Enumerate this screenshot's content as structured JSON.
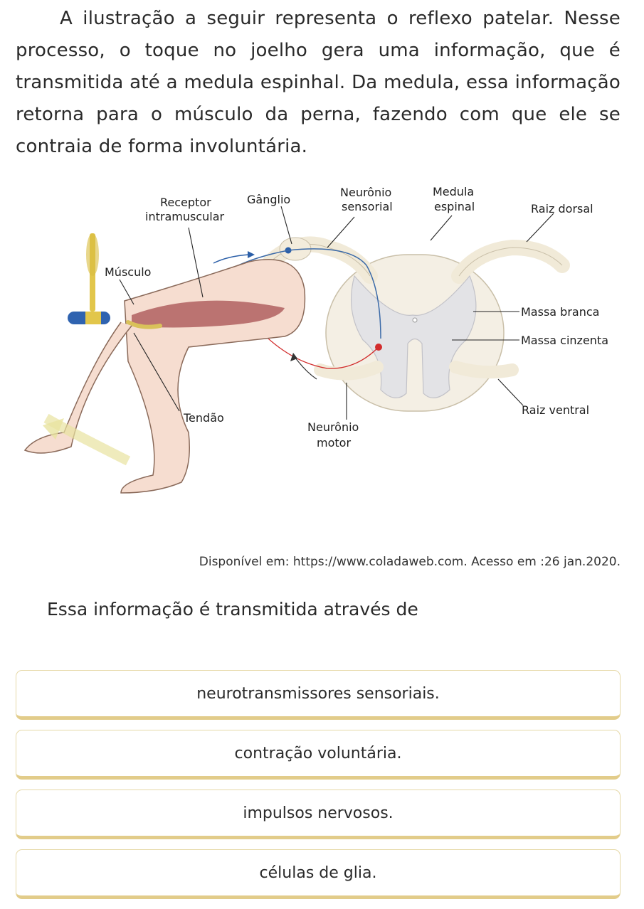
{
  "intro_text": "A ilustração a seguir representa o reflexo patelar. Nesse processo, o toque no joelho gera uma informação, que é transmitida até a medula espinhal. Da medula, essa informação retorna para o músculo da perna, fazendo com que ele se contraia de forma involuntária.",
  "figure": {
    "labels": {
      "receptor_1": "Receptor",
      "receptor_2": "intramuscular",
      "ganglio": "Gânglio",
      "neuronio_sensorial_1": "Neurônio",
      "neuronio_sensorial_2": "sensorial",
      "medula_1": "Medula",
      "medula_2": "espinal",
      "raiz_dorsal": "Raiz dorsal",
      "musculo": "Músculo",
      "massa_branca": "Massa branca",
      "massa_cinzenta": "Massa cinzenta",
      "raiz_ventral": "Raiz ventral",
      "tendao": "Tendão",
      "neuronio_motor_1": "Neurônio",
      "neuronio_motor_2": "motor"
    }
  },
  "source": "Disponível em: https://www.coladaweb.com. Acesso em :26 jan.2020.",
  "question": "Essa informação é transmitida através de",
  "options": [
    "neurotransmissores sensoriais.",
    "contração voluntária.",
    "impulsos nervosos.",
    "células de glia."
  ]
}
